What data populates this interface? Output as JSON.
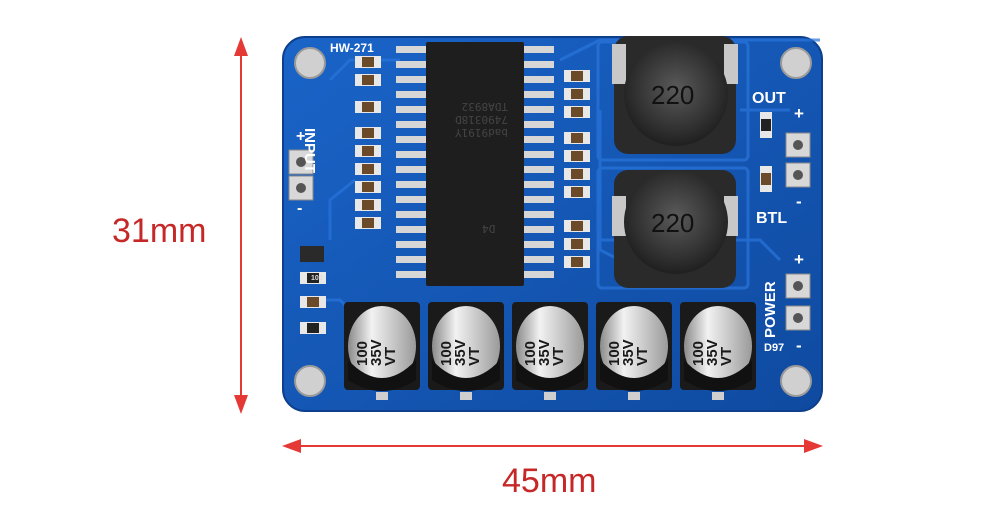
{
  "dimensions": {
    "height_label": "31mm",
    "width_label": "45mm",
    "arrow_color": "#e53935"
  },
  "board": {
    "color": "#1356b4",
    "model_label": "HW-271",
    "input_label": "INPUT",
    "input_plus": "+",
    "input_minus": "-",
    "out_label": "OUT",
    "out_plus": "+",
    "out_minus": "-",
    "btl_label": "BTL",
    "power_label": "POWER",
    "power_plus": "+",
    "power_minus": "-",
    "rev_label": "D97"
  },
  "chip": {
    "lines": [
      "TDA8932",
      "7490318D",
      "bad9191Y"
    ],
    "suffix": "D4"
  },
  "inductors": [
    {
      "label": "220"
    },
    {
      "label": "220"
    }
  ],
  "capacitors": [
    {
      "l1": "100",
      "l2": "35V",
      "l3": "VT"
    },
    {
      "l1": "100",
      "l2": "35V",
      "l3": "VT"
    },
    {
      "l1": "100",
      "l2": "35V",
      "l3": "VT"
    },
    {
      "l1": "100",
      "l2": "35V",
      "l3": "VT"
    },
    {
      "l1": "100",
      "l2": "35V",
      "l3": "VT"
    }
  ],
  "small_parts": {
    "resistor_code": "100"
  }
}
